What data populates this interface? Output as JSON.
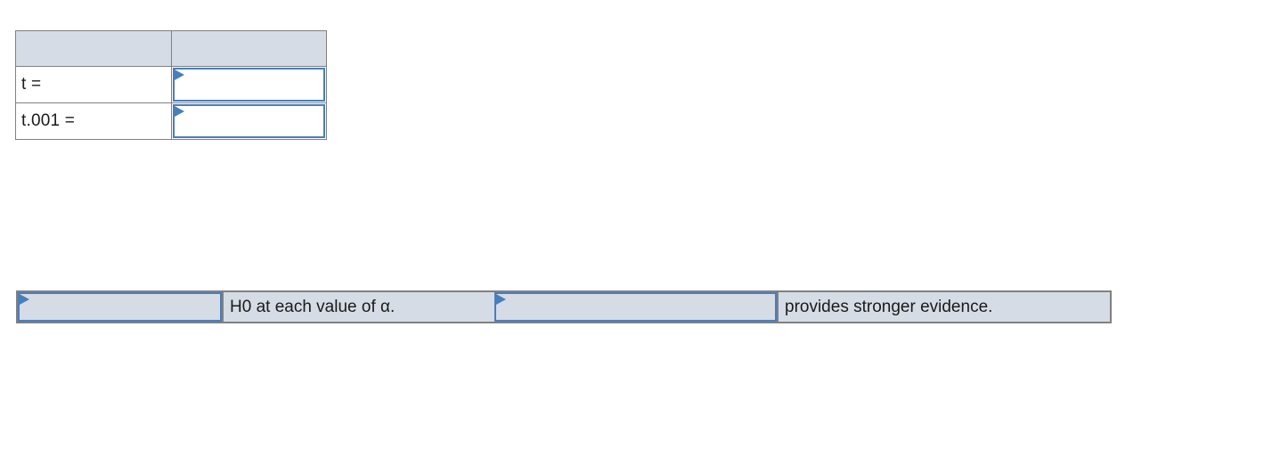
{
  "worksheet": {
    "table": {
      "header": {
        "label_col": "",
        "value_col": ""
      },
      "rows": [
        {
          "label": "t =",
          "value": "",
          "input_marker": "triangle-marker-icon"
        },
        {
          "label": "t.001 =",
          "value": "",
          "input_marker": "triangle-marker-icon"
        }
      ]
    },
    "statement": {
      "dropdown_1": {
        "value": "",
        "marker": "triangle-marker-icon"
      },
      "text_1": "H0 at each value of α.",
      "dropdown_2": {
        "value": "",
        "marker": "triangle-marker-icon"
      },
      "text_2": "provides stronger evidence."
    }
  },
  "colors": {
    "header_fill": "#d6dce5",
    "input_border": "#4a7ebb",
    "table_border": "#808080",
    "bar_fill": "#d6dce5",
    "text": "#1a1a1a"
  }
}
